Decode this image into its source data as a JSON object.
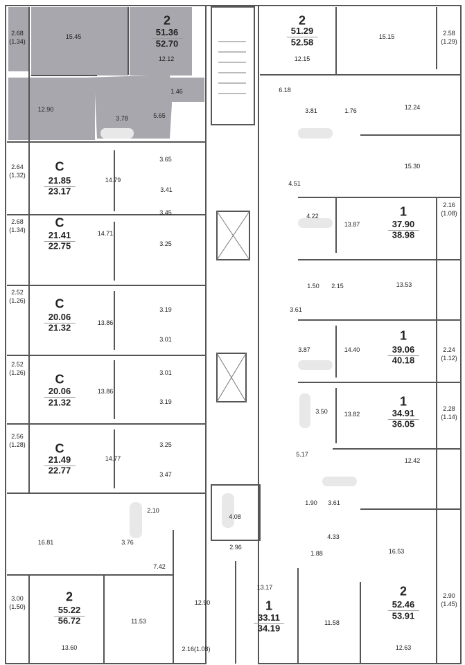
{
  "plan": {
    "colors": {
      "highlight": "#a7a7ad",
      "wall": "#555555",
      "fixture": "#e6e6e6"
    },
    "apartments": [
      {
        "type": "2",
        "area": "51.36",
        "area_total": "52.70",
        "rooms": [
          "12.12",
          "15.45",
          "12.90",
          "3.78",
          "5.65",
          "1.46"
        ],
        "balcony": "2.68",
        "balcony_reduced": "(1.34)"
      },
      {
        "type": "2",
        "area": "51.29",
        "area_total": "52.58",
        "rooms": [
          "12.15",
          "15.15",
          "6.18",
          "3.81",
          "1.76",
          "12.24"
        ],
        "balcony": "2.58",
        "balcony_reduced": "(1.29)"
      },
      {
        "type": "C",
        "area": "21.85",
        "area_total": "23.17",
        "rooms": [
          "14.79",
          "3.65",
          "3.41"
        ],
        "balcony": "2.64",
        "balcony_reduced": "(1.32)"
      },
      {
        "type": "C",
        "area": "21.41",
        "area_total": "22.75",
        "rooms": [
          "14.71",
          "3.45",
          "3.25"
        ],
        "balcony": "2.68",
        "balcony_reduced": "(1.34)"
      },
      {
        "type": "C",
        "area": "20.06",
        "area_total": "21.32",
        "rooms": [
          "13.86",
          "3.19",
          "3.01"
        ],
        "balcony": "2.52",
        "balcony_reduced": "(1.26)"
      },
      {
        "type": "C",
        "area": "20.06",
        "area_total": "21.32",
        "rooms": [
          "13.86",
          "3.01",
          "3.19"
        ],
        "balcony": "2.52",
        "balcony_reduced": "(1.26)"
      },
      {
        "type": "C",
        "area": "21.49",
        "area_total": "22.77",
        "rooms": [
          "14.77",
          "3.25",
          "3.47"
        ],
        "balcony": "2.56",
        "balcony_reduced": "(1.28)"
      },
      {
        "type": "2",
        "area": "55.22",
        "area_total": "56.72",
        "rooms": [
          "16.81",
          "2.10",
          "3.76",
          "7.42",
          "13.60",
          "11.53"
        ],
        "balcony": "3.00",
        "balcony_reduced": "(1.50)"
      },
      {
        "type": "1",
        "area": "37.90",
        "area_total": "38.98",
        "rooms": [
          "15.30",
          "4.51",
          "4.22",
          "13.87"
        ],
        "balcony": "2.16",
        "balcony_reduced": "(1.08)"
      },
      {
        "type": "1",
        "area": "39.06",
        "area_total": "40.18",
        "rooms": [
          "13.53",
          "1.50",
          "2.15",
          "3.61",
          "14.40",
          "3.87"
        ],
        "balcony": "2.24",
        "balcony_reduced": "(1.12)"
      },
      {
        "type": "1",
        "area": "34.91",
        "area_total": "36.05",
        "rooms": [
          "13.82",
          "3.50",
          "5.17",
          "12.42"
        ],
        "balcony": "2.28",
        "balcony_reduced": "(1.14)"
      },
      {
        "type": "2",
        "area": "52.46",
        "area_total": "53.91",
        "rooms": [
          "1.90",
          "3.61",
          "4.33",
          "1.88",
          "16.53",
          "12.63",
          "11.58"
        ],
        "balcony": "2.90",
        "balcony_reduced": "(1.45)"
      },
      {
        "type": "1",
        "area": "33.11",
        "area_total": "34.19",
        "rooms": [
          "4.08",
          "2.96",
          "13.17",
          "12.90"
        ],
        "balcony": "2.16(1.08)"
      }
    ]
  }
}
